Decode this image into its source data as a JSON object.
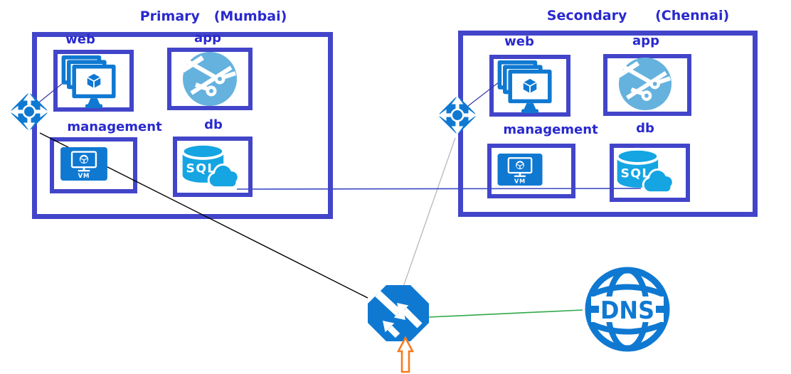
{
  "regions": [
    {
      "title": "Primary   (Mumbai)",
      "web": "web",
      "app": "app",
      "management": "management",
      "db": "db"
    },
    {
      "title": "Secondary      (Chennai)",
      "web": "web",
      "app": "app",
      "management": "management",
      "db": "db"
    }
  ],
  "icon_text": {
    "sql": "SQL",
    "vm": "VM",
    "dns": "DNS"
  },
  "colors": {
    "box_border": "#4245c9",
    "label_text": "#2929cf",
    "azure_blue": "#0f79d2",
    "sql_cyan": "#14a5e2",
    "app_light_blue": "#66b2de",
    "line_green": "#2fa848",
    "line_gray": "#c0c0c0",
    "line_black": "#000000",
    "line_blue": "#3c49c5",
    "arrow_orange": "#f57b20"
  }
}
